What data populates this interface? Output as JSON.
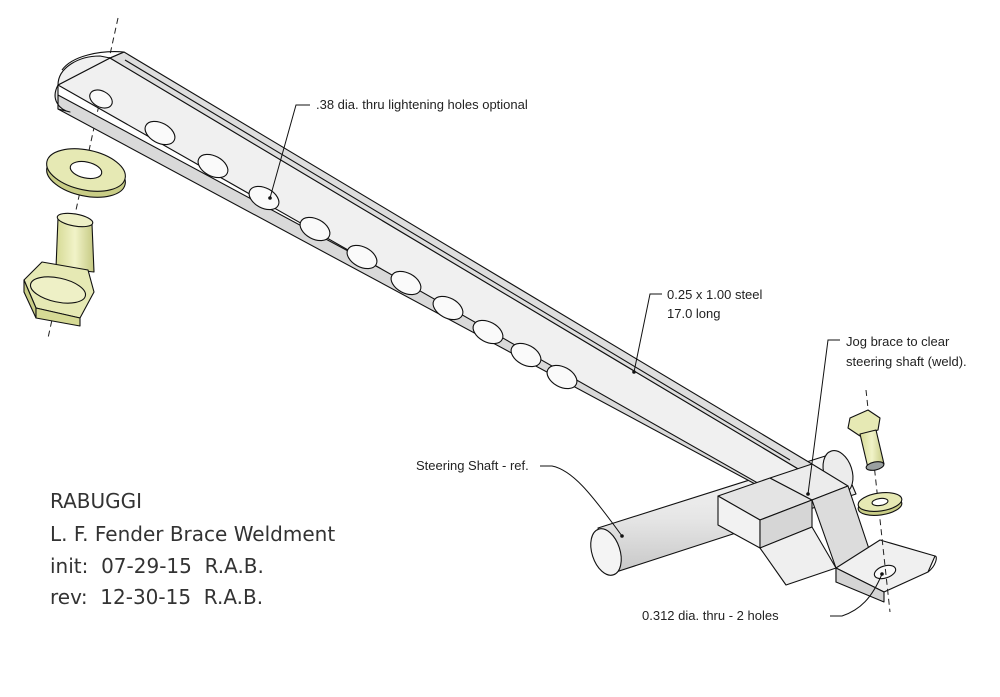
{
  "title_block": {
    "company": "RABUGGI",
    "part_name": "L. F. Fender Brace Weldment",
    "init": "init:  07-29-15  R.A.B.",
    "rev": "rev:  12-30-15  R.A.B."
  },
  "callouts": {
    "lightening_holes": ".38 dia. thru lightening holes optional",
    "steel_line1": "0.25 x 1.00 steel",
    "steel_line2": "17.0 long",
    "jog_line1": "Jog brace to clear",
    "jog_line2": "steering shaft (weld).",
    "steering_shaft": "Steering Shaft - ref.",
    "holes": "0.312 dia. thru - 2 holes"
  },
  "colors": {
    "steel_top": "#f2f2f2",
    "steel_side": "#dcdcdc",
    "steel_dark": "#c4c4c4",
    "hardware": "#e6e9b4",
    "hardware_dark": "#c9cd86"
  }
}
